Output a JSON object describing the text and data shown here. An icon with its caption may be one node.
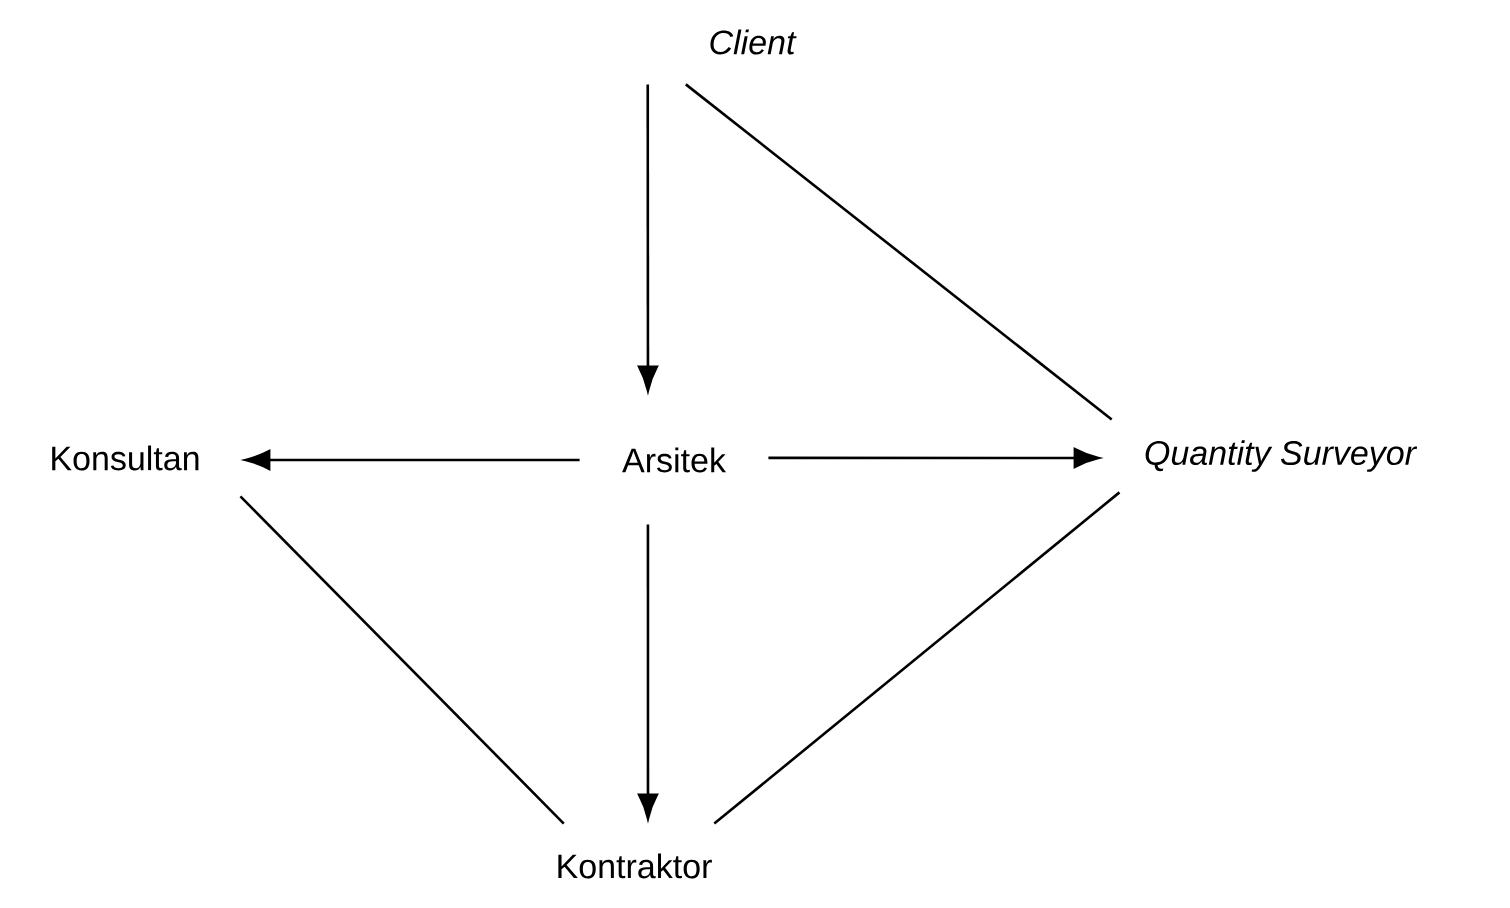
{
  "diagram": {
    "nodes": [
      {
        "text": [
          "Client"
        ]
      },
      {
        "text": [
          "Konsultan"
        ]
      },
      {
        "text": [
          "Arsitek"
        ]
      },
      {
        "text": [
          "Quantity Surveyor"
        ]
      },
      {
        "text": [
          "Kontraktor"
        ]
      }
    ],
    "edges": [
      {
        "from": 0,
        "to": 2,
        "arrow": "to"
      },
      {
        "from": 0,
        "to": 3,
        "arrow": "none"
      },
      {
        "from": 2,
        "to": 1,
        "arrow": "to"
      },
      {
        "from": 2,
        "to": 3,
        "arrow": "to"
      },
      {
        "from": 2,
        "to": 4,
        "arrow": "to"
      },
      {
        "from": 1,
        "to": 4,
        "arrow": "none"
      },
      {
        "from": 3,
        "to": 4,
        "arrow": "none"
      }
    ]
  }
}
